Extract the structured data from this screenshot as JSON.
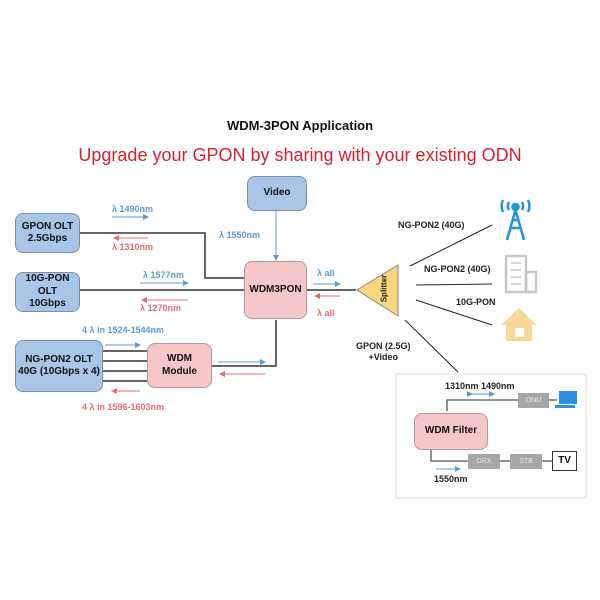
{
  "title": "WDM-3PON Application",
  "subtitle": "Upgrade your GPON by sharing with your existing ODN",
  "colors": {
    "downstream": "#5b9bd5",
    "upstream": "#e46c73",
    "olt_box": "#a9c6e8",
    "wdm_box": "#f7c6c7",
    "splitter": "#f9d77e",
    "subtitle": "#d9202c"
  },
  "nodes": {
    "video": "Video",
    "gpon_olt": "GPON OLT\n2.5Gbps",
    "tenG_olt": "10G-PON\nOLT\n10Gbps",
    "ngpon2_olt": "NG-PON2 OLT\n40G (10Gbps x 4)",
    "wdm_module": "WDM\nModule",
    "wdm3pon": "WDM3PON",
    "splitter": "Splitter",
    "wdm_filter": "WDM Filter",
    "onu": "ONU",
    "orx": "ORX",
    "stb": "STB",
    "tv": "TV"
  },
  "wavelengths": {
    "gpon_down": "λ 1490nm",
    "gpon_up": "λ 1310nm",
    "video": "λ 1550nm",
    "tenG_down": "λ 1577nm",
    "tenG_up": "λ 1270nm",
    "ngpon2_down": "4 λ in 1524-1544nm",
    "ngpon2_up": "4 λ  in 1596-1603nm",
    "all_down": "λ all",
    "all_up": "λ all"
  },
  "branches": {
    "b1": "NG-PON2 (40G)",
    "b2": "NG-PON2 (40G)",
    "b3": "10G-PON",
    "b4": "GPON (2.5G)\n+Video"
  },
  "inset": {
    "wl_top": "1310nm 1490nm",
    "wl_bottom": "1550nm"
  }
}
